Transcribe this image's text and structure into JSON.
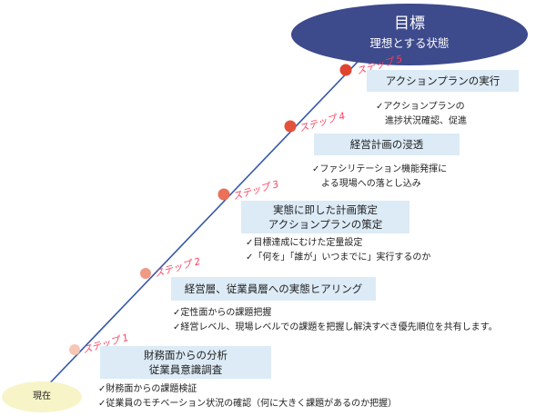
{
  "goal": {
    "title": "目標",
    "subtitle": "理想とする状態"
  },
  "start": {
    "label": "現在"
  },
  "steps": [
    {
      "label": "ステップ 1",
      "title_lines": [
        "財務面からの分析",
        "従業員意識調査"
      ],
      "notes": [
        "✓財務面からの課題検証",
        "✓従業員のモチベーション状況の確認（何に大きく課題があるのか把握）"
      ]
    },
    {
      "label": "ステップ 2",
      "title_lines": [
        "経営層、従業員層への実態ヒアリング"
      ],
      "notes": [
        "✓定性面からの課題把握",
        "✓経営レベル、現場レベルでの課題を把握し解決すべき優先順位を共有します。"
      ]
    },
    {
      "label": "ステップ 3",
      "title_lines": [
        "実態に即した計画策定",
        "アクションプランの策定"
      ],
      "notes": [
        "✓目標達成にむけた定量設定",
        "✓「何を」「誰が」いつまでに」実行するのか"
      ]
    },
    {
      "label": "ステップ 4",
      "title_lines": [
        "経営計画の浸透"
      ],
      "notes": [
        "✓ファシリテーション機能発揮に",
        "よる現場への落とし込み"
      ]
    },
    {
      "label": "ステップ 5",
      "title_lines": [
        "アクションプランの実行"
      ],
      "notes": [
        "✓アクションプランの",
        "進捗状況確認、促進"
      ]
    }
  ],
  "colors": {
    "arrow": "#3557a8",
    "goal": "#3d4a8c",
    "box": "#dcebf6",
    "step_label": "#ff3c5a",
    "dots": [
      "#f6c6b6",
      "#f09a86",
      "#ea7058",
      "#e4523b",
      "#e0442f"
    ]
  }
}
